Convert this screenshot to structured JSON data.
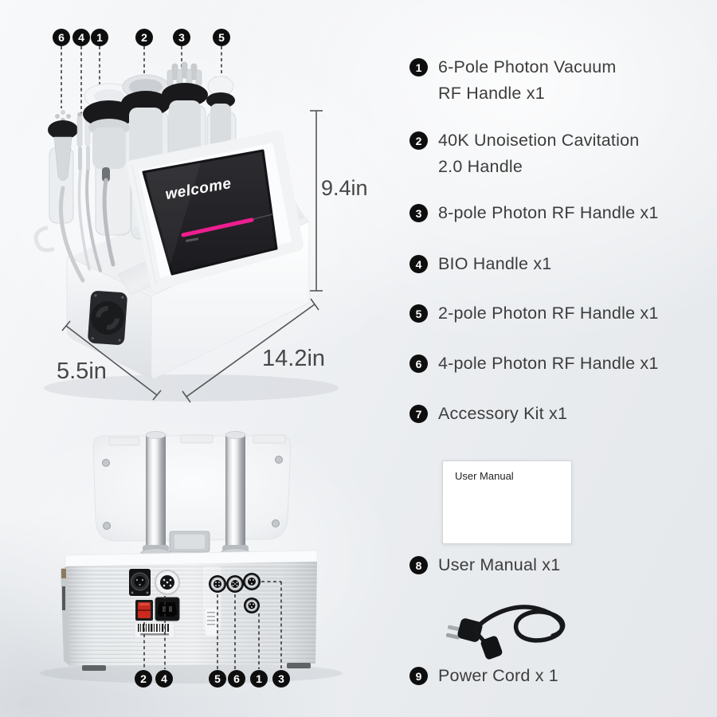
{
  "front_view": {
    "callouts": [
      "6",
      "4",
      "1",
      "2",
      "3",
      "5"
    ],
    "screen": {
      "welcome_text": "welcome"
    },
    "dimensions": {
      "height": "9.4in",
      "width": "14.2in",
      "depth": "5.5in"
    }
  },
  "back_view": {
    "callouts": [
      "2",
      "4",
      "5",
      "6",
      "1",
      "3"
    ]
  },
  "included_items": [
    {
      "num": "1",
      "label": "6-Pole Photon Vacuum\nRF Handle x1"
    },
    {
      "num": "2",
      "label": "40K Unoisetion Cavitation\n2.0 Handle"
    },
    {
      "num": "3",
      "label": "8-pole Photon RF Handle x1"
    },
    {
      "num": "4",
      "label": "BIO Handle x1"
    },
    {
      "num": "5",
      "label": "2-pole Photon RF Handle x1"
    },
    {
      "num": "6",
      "label": "4-pole Photon RF Handle x1"
    },
    {
      "num": "7",
      "label": "Accessory Kit x1"
    },
    {
      "num": "8",
      "label": "User Manual x1"
    },
    {
      "num": "9",
      "label": "Power Cord x 1"
    }
  ],
  "manual_box": {
    "label": "User Manual"
  },
  "colors": {
    "accent_pink": "#ed1e90",
    "bullet": "#0e0e0e",
    "text": "#3d3d3d"
  }
}
